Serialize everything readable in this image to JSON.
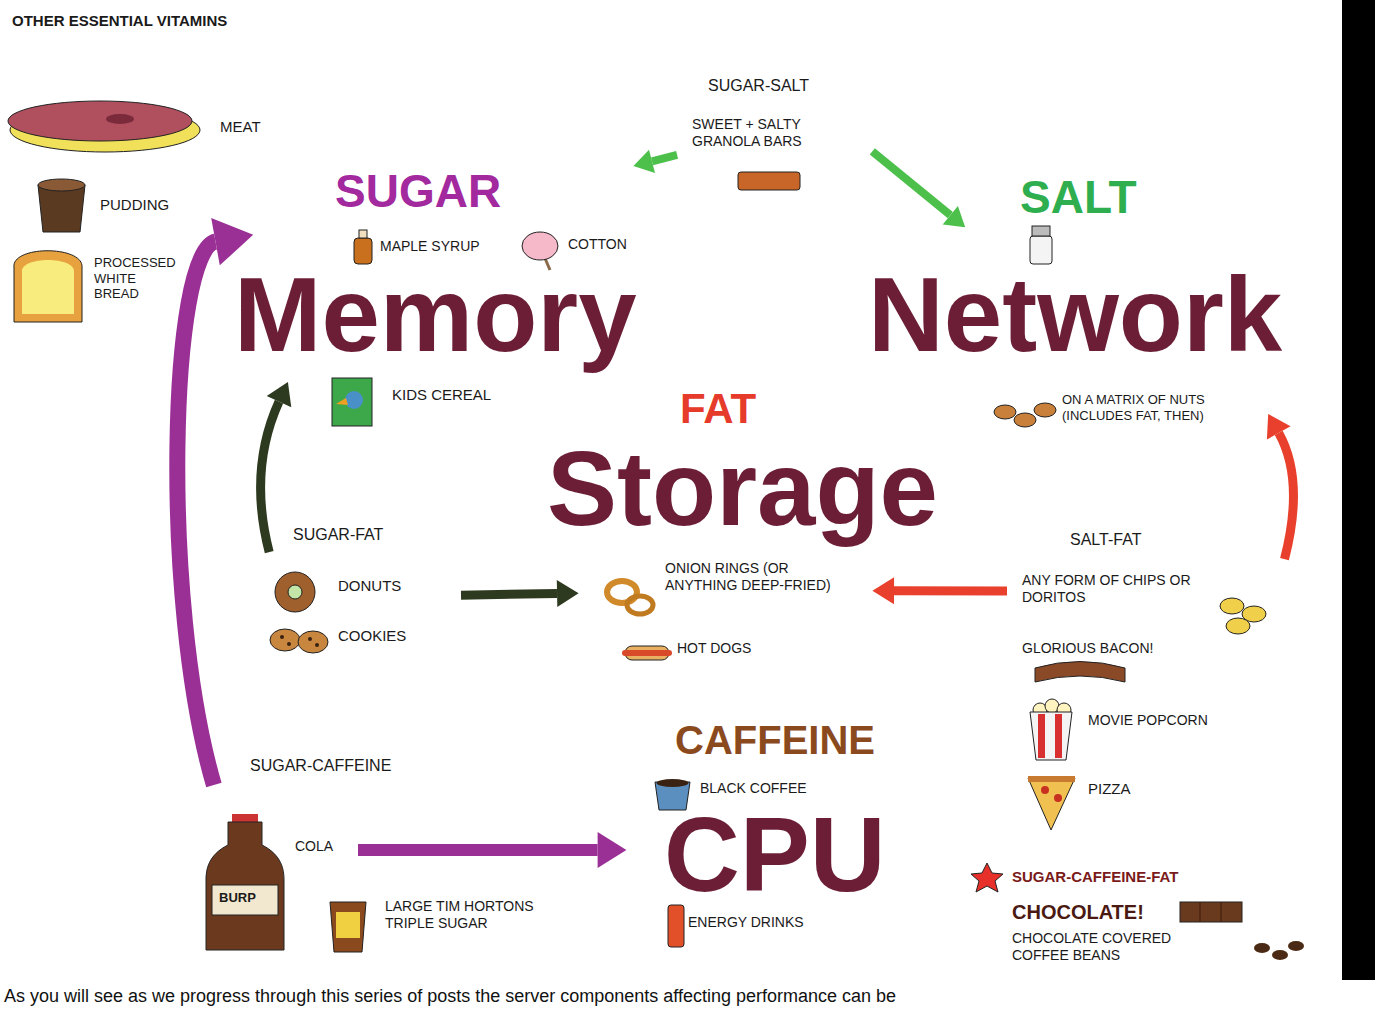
{
  "diagram": {
    "caption": "As you will see as we progress through this series of posts the server components affecting performance can be",
    "nodes": [
      {
        "text": [
          "OTHER ESSENTIAL VITAMINS",
          "MEAT",
          "PUDDING",
          "PROCESSED WHITE BREAD"
        ]
      },
      {
        "text": [
          "SUGAR-SALT",
          "SWEET + SALTY GRANOLA BARS"
        ]
      },
      {
        "text": [
          "SUGAR",
          "MAPLE SYRUP",
          "COTTON",
          "KIDS CEREAL"
        ]
      },
      {
        "text": [
          "SALT",
          "ON A MATRIX OF NUTS (INCLUDES FAT, THEN)"
        ]
      },
      {
        "text": [
          "FAT",
          "ONION RINGS (OR ANYTHING DEEP-FRIED)",
          "HOT DOGS"
        ]
      },
      {
        "text": [
          "SUGAR-FAT",
          "DONUTS",
          "COOKIES"
        ]
      },
      {
        "text": [
          "SALT-FAT",
          "ANY FORM OF CHIPS OR DORITOS",
          "GLORIOUS BACON!",
          "MOVIE POPCORN",
          "PIZZA"
        ]
      },
      {
        "text": [
          "SUGAR-CAFFEINE",
          "COLA",
          "BURP",
          "LARGE TIM HORTONS TRIPLE SUGAR"
        ]
      },
      {
        "text": [
          "CAFFEINE",
          "BLACK COFFEE",
          "ENERGY DRINKS"
        ]
      },
      {
        "text": [
          "SUGAR-CAFFEINE-FAT",
          "CHOCOLATE!",
          "CHOCOLATE COVERED COFFEE BEANS"
        ]
      }
    ],
    "edges": [
      {
        "from": 1,
        "to": 2,
        "arrow": "to"
      },
      {
        "from": 1,
        "to": 3,
        "arrow": "to"
      },
      {
        "from": 5,
        "to": 2,
        "arrow": "to"
      },
      {
        "from": 5,
        "to": 4,
        "arrow": "to"
      },
      {
        "from": 6,
        "to": 4,
        "arrow": "to"
      },
      {
        "from": 6,
        "to": 3,
        "arrow": "to"
      },
      {
        "from": 7,
        "to": 2,
        "arrow": "to"
      },
      {
        "from": 7,
        "to": 8,
        "arrow": "to"
      }
    ],
    "labels": [
      "Memory",
      "Network",
      "Storage",
      "CPU"
    ]
  }
}
